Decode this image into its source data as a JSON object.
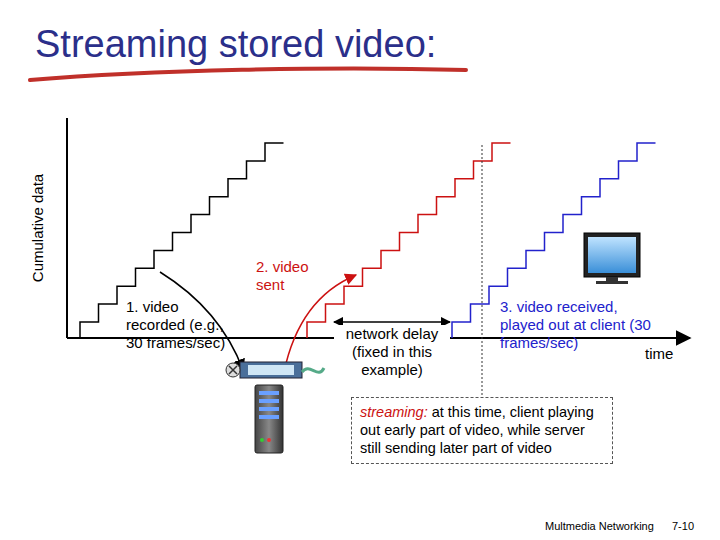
{
  "diagram": {
    "title": "Streaming stored video:",
    "nodes": [
      {
        "text": [
          "streaming:",
          "at this time, client playing out early part of video, while server still sending later part of video"
        ]
      }
    ],
    "labels": [
      "Cumulative data",
      "1. video recorded (e.g., 30 frames/sec)",
      "2. video sent",
      "network delay (fixed in this example)",
      "3. video received, played out at client (30 frames/sec)",
      "time",
      "Multmedia Networking",
      "7-10"
    ]
  }
}
